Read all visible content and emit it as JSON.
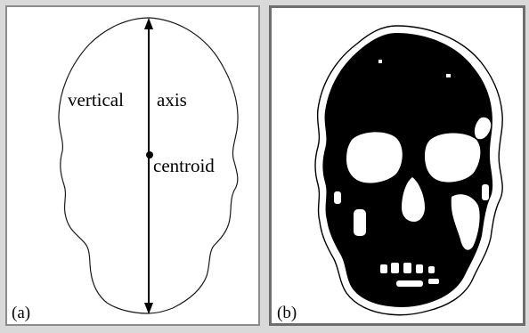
{
  "panel_a": {
    "tag": "(a)",
    "labels": {
      "vertical": "vertical",
      "axis": "axis",
      "centroid": "centroid"
    }
  },
  "panel_b": {
    "tag": "(b)"
  }
}
